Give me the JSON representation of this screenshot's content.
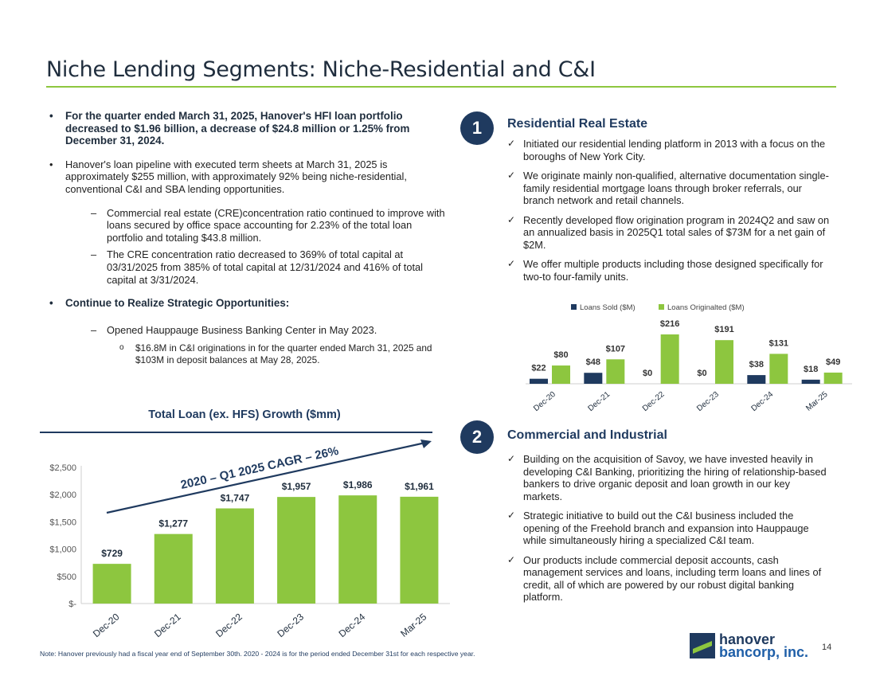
{
  "slide": {
    "title": "Niche Lending Segments: Niche-Residential and C&I",
    "page_number": "14",
    "note": "Note: Hanover previously had a fiscal year end of September 30th. 2020 - 2024 is for the period ended December 31st for each respective year."
  },
  "left": {
    "b1": "For the quarter ended March 31, 2025, Hanover's HFI loan portfolio decreased to $1.96 billion, a decrease of $24.8 million or 1.25% from December 31, 2024.",
    "b2": "Hanover's loan pipeline with executed term sheets at March 31, 2025 is approximately $255 million, with approximately 92% being niche-residential, conventional C&I and SBA lending opportunities.",
    "b2_sub1": "Commercial real estate (CRE)concentration ratio continued to improve with loans secured by office space accounting for 2.23% of the total loan portfolio and totaling $43.8 million.",
    "b2_sub2": "The CRE concentration ratio decreased to 369% of total capital at 03/31/2025 from 385% of total capital at 12/31/2024 and 416% of total capital at 3/31/2024.",
    "b3": "Continue to Realize Strategic Opportunities:",
    "b3_sub1": "Opened Hauppauge Business Banking Center in May 2023.",
    "b3_subsub1": "$16.8M in C&I originations in for the quarter ended March 31, 2025 and $103M in deposit balances at May 28, 2025."
  },
  "residential": {
    "number": "1",
    "heading": "Residential Real Estate",
    "items": [
      "Initiated our residential lending platform in 2013 with a focus on the boroughs of New York City.",
      "We originate mainly non-qualified, alternative documentation single-family residential mortgage loans through broker referrals, our branch network and retail channels.",
      "Recently developed flow origination program in 2024Q2 and saw on an annualized basis in 2025Q1 total sales of $73M for a net gain of $2M.",
      "We offer multiple products including those designed specifically for two-to four-family units."
    ]
  },
  "commercial": {
    "number": "2",
    "heading": "Commercial and Industrial",
    "items": [
      "Building on the acquisition of Savoy, we have invested heavily in developing C&I Banking, prioritizing the hiring of relationship-based bankers to drive organic deposit and loan growth in our key markets.",
      "Strategic initiative to build out the C&I business included the opening of the Freehold branch and expansion into Hauppauge while simultaneously hiring a specialized C&I team.",
      "Our products include commercial deposit accounts, cash management services and loans, including term loans and lines of credit, all of which are powered by our robust digital banking platform."
    ]
  },
  "loan_chart_title": "Total Loan (ex. HFS) Growth ($mm)",
  "logo": {
    "line1": "hanover",
    "line2": "bancorp, inc."
  },
  "chart_data": [
    {
      "type": "bar",
      "title": "Total Loan (ex. HFS) Growth ($mm)",
      "categories": [
        "Dec-20",
        "Dec-21",
        "Dec-22",
        "Dec-23",
        "Dec-24",
        "Mar-25"
      ],
      "values": [
        729,
        1277,
        1747,
        1957,
        1986,
        1961
      ],
      "data_labels": [
        "$729",
        "$1,277",
        "$1,747",
        "$1,957",
        "$1,986",
        "$1,961"
      ],
      "ylim": [
        0,
        2500
      ],
      "yticks": [
        "$-",
        "$500",
        "$1,000",
        "$1,500",
        "$2,000",
        "$2,500"
      ],
      "annotation": "2020 – Q1 2025 CAGR – 26%",
      "color": "#8dc63f"
    },
    {
      "type": "bar",
      "categories": [
        "Dec-20",
        "Dec-21",
        "Dec-22",
        "Dec-23",
        "Dec-24",
        "Mar-25"
      ],
      "series": [
        {
          "name": "Loans Sold ($M)",
          "values": [
            22,
            48,
            0,
            0,
            38,
            18
          ],
          "labels": [
            "$22",
            "$48",
            "$0",
            "$0",
            "$38",
            "$18"
          ],
          "color": "#1f3a5f"
        },
        {
          "name": "Loans Originalted ($M)",
          "values": [
            80,
            107,
            216,
            191,
            131,
            49
          ],
          "labels": [
            "$80",
            "$107",
            "$216",
            "$191",
            "$131",
            "$49"
          ],
          "color": "#8dc63f"
        }
      ],
      "legend": "top"
    }
  ]
}
